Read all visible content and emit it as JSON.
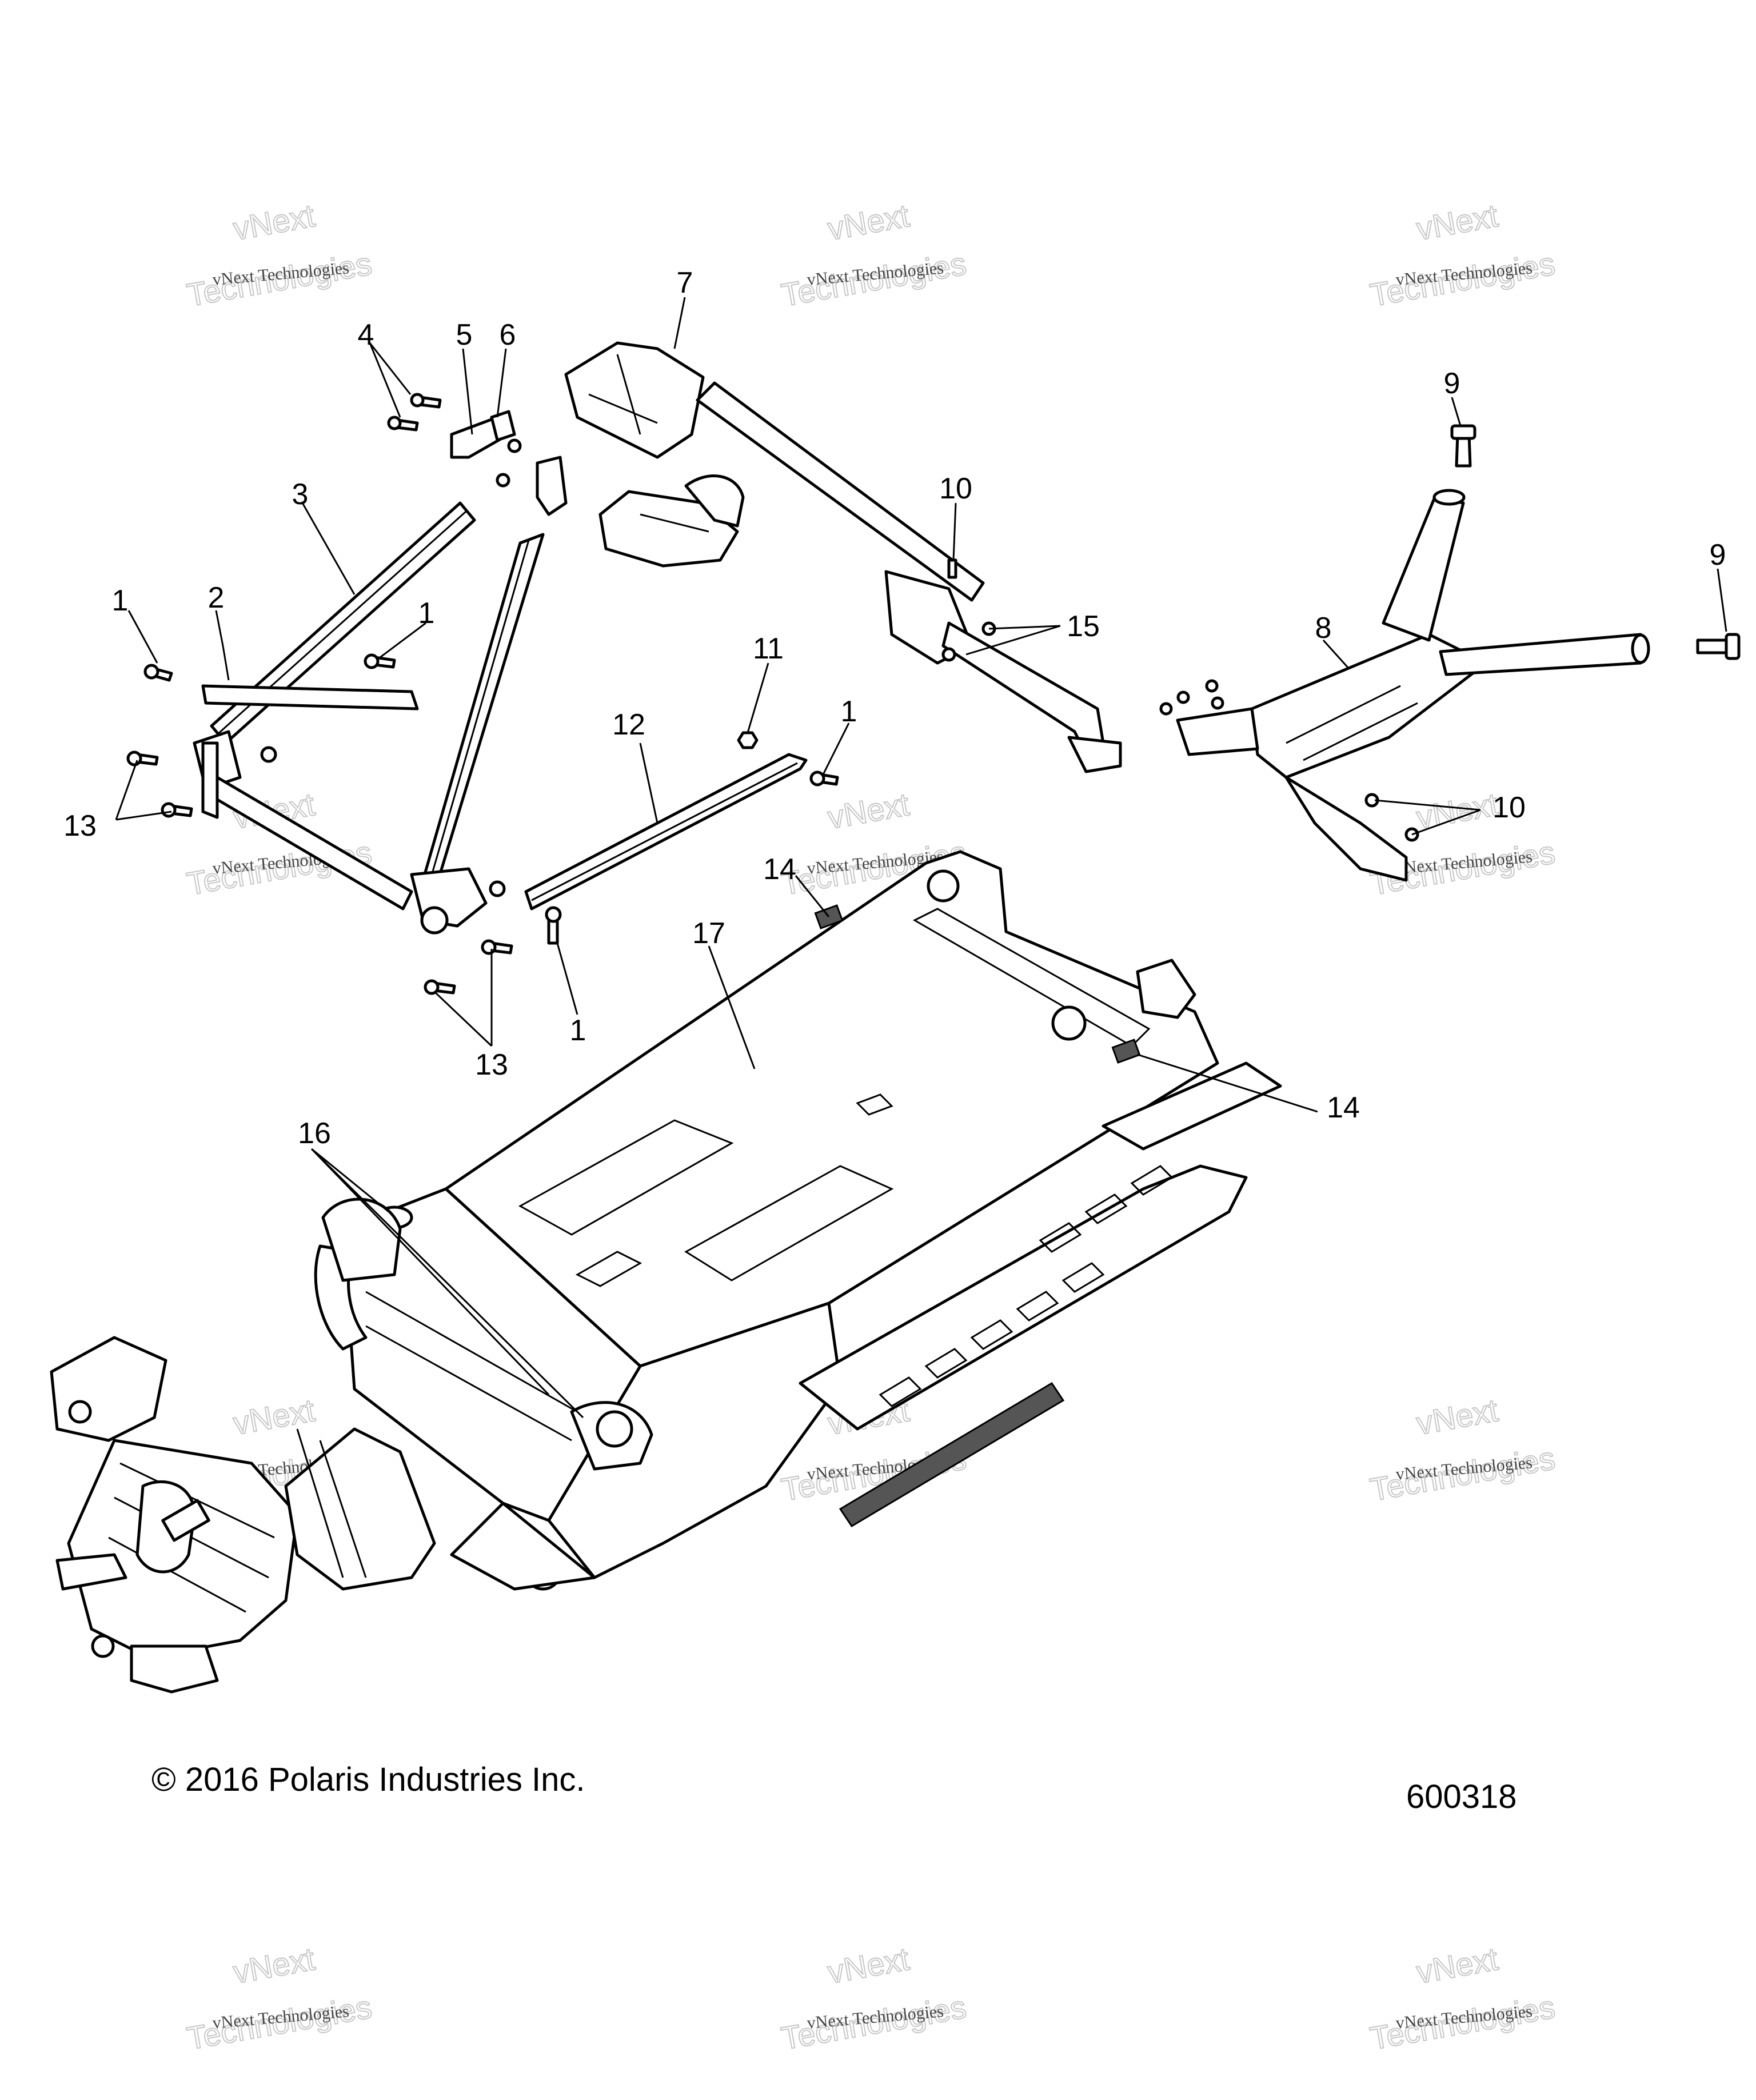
{
  "callouts": {
    "c1a": "1",
    "c1b": "1",
    "c1c": "1",
    "c1d": "1",
    "c2": "2",
    "c3": "3",
    "c4": "4",
    "c5": "5",
    "c6": "6",
    "c7": "7",
    "c8": "8",
    "c9a": "9",
    "c9b": "9",
    "c10a": "10",
    "c10b": "10",
    "c11": "11",
    "c12": "12",
    "c13a": "13",
    "c13b": "13",
    "c14a": "14",
    "c14b": "14",
    "c15": "15",
    "c16": "16",
    "c17": "17"
  },
  "watermark": {
    "name": "vNext Technologies",
    "big_top": "vNext",
    "big_bottom": "Technologies"
  },
  "footer": {
    "copyright": "© 2016 Polaris Industries Inc.",
    "diagram_number": "600318"
  }
}
